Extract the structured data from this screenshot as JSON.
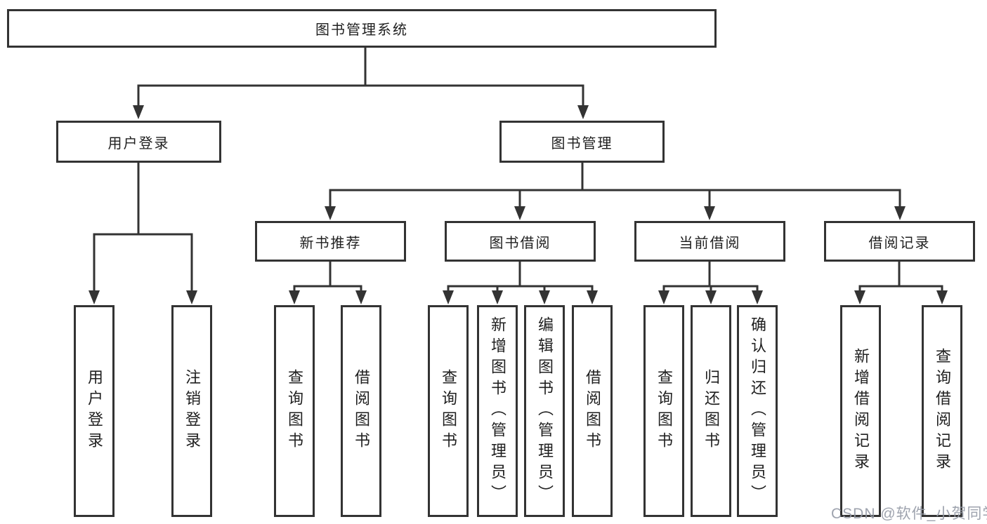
{
  "diagram": {
    "tree": {
      "label": "图书管理系统",
      "children": [
        {
          "label": "用户登录",
          "children": [
            {
              "label": "用户登录"
            },
            {
              "label": "注销登录"
            }
          ]
        },
        {
          "label": "图书管理",
          "children": [
            {
              "label": "新书推荐",
              "children": [
                {
                  "label": "查询图书"
                },
                {
                  "label": "借阅图书"
                }
              ]
            },
            {
              "label": "图书借阅",
              "children": [
                {
                  "label": "查询图书"
                },
                {
                  "label": "新增图书（管理员）"
                },
                {
                  "label": "编辑图书（管理员）"
                },
                {
                  "label": "借阅图书"
                }
              ]
            },
            {
              "label": "当前借阅",
              "children": [
                {
                  "label": "查询图书"
                },
                {
                  "label": "归还图书"
                },
                {
                  "label": "确认归还（管理员）"
                }
              ]
            },
            {
              "label": "借阅记录",
              "children": [
                {
                  "label": "新增借阅记录"
                },
                {
                  "label": "查询借阅记录"
                }
              ]
            }
          ]
        }
      ]
    },
    "colors": {
      "line": "#333333",
      "text": "#1f1f1f",
      "background": "#ffffff",
      "watermark": "#949aa5"
    }
  },
  "watermark": {
    "text": "CSDN @软件_小贺同学"
  }
}
